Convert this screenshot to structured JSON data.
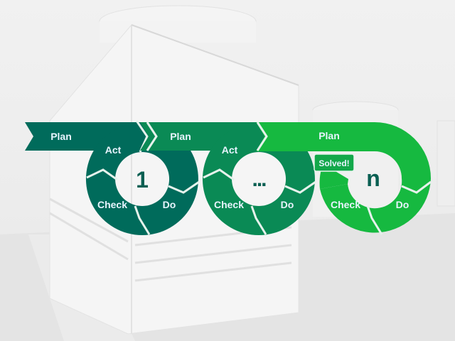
{
  "diagram": {
    "type": "PDCA iterations",
    "colors": {
      "cycle_1": "#006b5b",
      "cycle_middle": "#0a8a55",
      "cycle_n": "#16b940",
      "label_text": "#e8f4ff",
      "center_text": "#0a5f52",
      "separator": "#e6f2ec"
    },
    "cycles": [
      {
        "center_label": "1",
        "plan": "Plan",
        "act": "Act",
        "check": "Check",
        "do": "Do"
      },
      {
        "center_label": "...",
        "plan": "Plan",
        "act": "Act",
        "check": "Check",
        "do": "Do"
      },
      {
        "center_label": "n",
        "plan": "Plan",
        "check": "Check",
        "do": "Do",
        "badge": "Solved!"
      }
    ]
  }
}
